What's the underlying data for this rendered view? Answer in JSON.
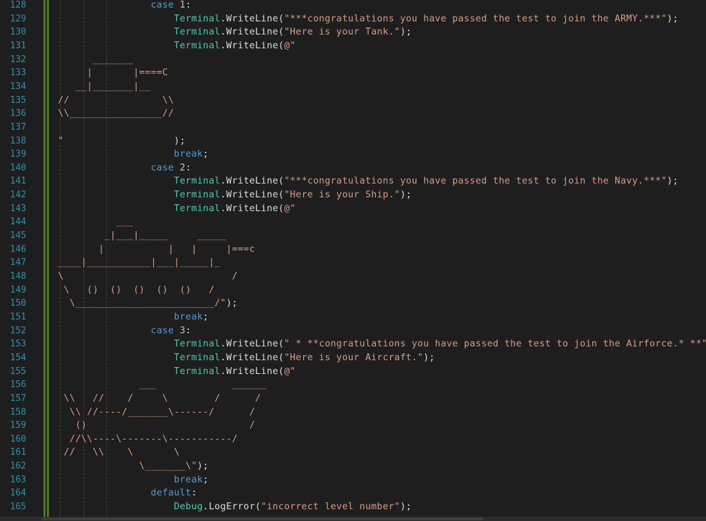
{
  "editor": {
    "language": "C#",
    "colors": {
      "background": "#1e1e1e",
      "line_number": "#2b91af",
      "keyword": "#569cd6",
      "type": "#4ec9b0",
      "string": "#d69d85",
      "number": "#b5cea8",
      "plain": "#dcdcdc",
      "change_bar": "#4b7a28"
    },
    "lines": [
      {
        "n": "128",
        "tokens": [
          {
            "t": "                case ",
            "c": "kw"
          },
          {
            "t": "1",
            "c": "num"
          },
          {
            "t": ":",
            "c": "plain"
          }
        ]
      },
      {
        "n": "129",
        "tokens": [
          {
            "t": "                    Terminal",
            "c": "type"
          },
          {
            "t": ".WriteLine(",
            "c": "plain"
          },
          {
            "t": "\"***congratulations you have passed the test to join the ARMY.***\"",
            "c": "str"
          },
          {
            "t": ");",
            "c": "plain"
          }
        ]
      },
      {
        "n": "130",
        "tokens": [
          {
            "t": "                    Terminal",
            "c": "type"
          },
          {
            "t": ".WriteLine(",
            "c": "plain"
          },
          {
            "t": "\"Here is your Tank.\"",
            "c": "str"
          },
          {
            "t": ");",
            "c": "plain"
          }
        ]
      },
      {
        "n": "131",
        "tokens": [
          {
            "t": "                    Terminal",
            "c": "type"
          },
          {
            "t": ".WriteLine(",
            "c": "plain"
          },
          {
            "t": "@\"",
            "c": "str"
          }
        ]
      },
      {
        "n": "132",
        "tokens": [
          {
            "t": "      _______",
            "c": "str"
          }
        ]
      },
      {
        "n": "133",
        "tokens": [
          {
            "t": "     |       |====C",
            "c": "str"
          }
        ]
      },
      {
        "n": "134",
        "tokens": [
          {
            "t": "   __|_______|__",
            "c": "str"
          }
        ]
      },
      {
        "n": "135",
        "tokens": [
          {
            "t": "//                \\\\",
            "c": "str"
          }
        ]
      },
      {
        "n": "136",
        "tokens": [
          {
            "t": "\\\\________________//",
            "c": "str"
          }
        ]
      },
      {
        "n": "137",
        "tokens": []
      },
      {
        "n": "138",
        "tokens": [
          {
            "t": "\"",
            "c": "str"
          },
          {
            "t": "                   );",
            "c": "plain"
          }
        ]
      },
      {
        "n": "139",
        "tokens": [
          {
            "t": "                    break",
            "c": "kw"
          },
          {
            "t": ";",
            "c": "plain"
          }
        ]
      },
      {
        "n": "140",
        "tokens": [
          {
            "t": "                case ",
            "c": "kw"
          },
          {
            "t": "2",
            "c": "num"
          },
          {
            "t": ":",
            "c": "plain"
          }
        ]
      },
      {
        "n": "141",
        "tokens": [
          {
            "t": "                    Terminal",
            "c": "type"
          },
          {
            "t": ".WriteLine(",
            "c": "plain"
          },
          {
            "t": "\"***congratulations you have passed the test to join the Navy.***\"",
            "c": "str"
          },
          {
            "t": ");",
            "c": "plain"
          }
        ]
      },
      {
        "n": "142",
        "tokens": [
          {
            "t": "                    Terminal",
            "c": "type"
          },
          {
            "t": ".WriteLine(",
            "c": "plain"
          },
          {
            "t": "\"Here is your Ship.\"",
            "c": "str"
          },
          {
            "t": ");",
            "c": "plain"
          }
        ]
      },
      {
        "n": "143",
        "tokens": [
          {
            "t": "                    Terminal",
            "c": "type"
          },
          {
            "t": ".WriteLine(",
            "c": "plain"
          },
          {
            "t": "@\"",
            "c": "str"
          }
        ]
      },
      {
        "n": "144",
        "tokens": [
          {
            "t": "          ___",
            "c": "str"
          }
        ]
      },
      {
        "n": "145",
        "tokens": [
          {
            "t": "        _|___|_____     _____",
            "c": "str"
          }
        ]
      },
      {
        "n": "146",
        "tokens": [
          {
            "t": "       |           |   |     |===c",
            "c": "str"
          }
        ]
      },
      {
        "n": "147",
        "tokens": [
          {
            "t": "____|___________|___|_____|_",
            "c": "str"
          }
        ]
      },
      {
        "n": "148",
        "tokens": [
          {
            "t": "\\                             /",
            "c": "str"
          }
        ]
      },
      {
        "n": "149",
        "tokens": [
          {
            "t": " \\   ()  ()  ()  ()  ()   /",
            "c": "str"
          }
        ]
      },
      {
        "n": "150",
        "tokens": [
          {
            "t": "  \\________________________/\"",
            "c": "str"
          },
          {
            "t": ");",
            "c": "plain"
          }
        ]
      },
      {
        "n": "151",
        "tokens": [
          {
            "t": "                    break",
            "c": "kw"
          },
          {
            "t": ";",
            "c": "plain"
          }
        ]
      },
      {
        "n": "152",
        "tokens": [
          {
            "t": "                case ",
            "c": "kw"
          },
          {
            "t": "3",
            "c": "num"
          },
          {
            "t": ":",
            "c": "plain"
          }
        ]
      },
      {
        "n": "153",
        "tokens": [
          {
            "t": "                    Terminal",
            "c": "type"
          },
          {
            "t": ".WriteLine(",
            "c": "plain"
          },
          {
            "t": "\" * **congratulations you have passed the test to join the Airforce.* **\"",
            "c": "str"
          },
          {
            "t": ");",
            "c": "plain"
          }
        ]
      },
      {
        "n": "154",
        "tokens": [
          {
            "t": "                    Terminal",
            "c": "type"
          },
          {
            "t": ".WriteLine(",
            "c": "plain"
          },
          {
            "t": "\"Here is your Aircraft.\"",
            "c": "str"
          },
          {
            "t": ");",
            "c": "plain"
          }
        ]
      },
      {
        "n": "155",
        "tokens": [
          {
            "t": "                    Terminal",
            "c": "type"
          },
          {
            "t": ".WriteLine(",
            "c": "plain"
          },
          {
            "t": "@\"",
            "c": "str"
          }
        ]
      },
      {
        "n": "156",
        "tokens": [
          {
            "t": "              ___             ______",
            "c": "str"
          }
        ]
      },
      {
        "n": "157",
        "tokens": [
          {
            "t": " \\\\   //    /     \\        /      /",
            "c": "str"
          }
        ]
      },
      {
        "n": "158",
        "tokens": [
          {
            "t": "  \\\\ //----/_______\\------/      /",
            "c": "str"
          }
        ]
      },
      {
        "n": "159",
        "tokens": [
          {
            "t": "   ()                            /",
            "c": "str"
          }
        ]
      },
      {
        "n": "160",
        "tokens": [
          {
            "t": "  //\\\\----\\-------\\-----------/",
            "c": "str"
          }
        ]
      },
      {
        "n": "161",
        "tokens": [
          {
            "t": " //   \\\\    \\       \\",
            "c": "str"
          }
        ]
      },
      {
        "n": "162",
        "tokens": [
          {
            "t": "              \\_______\\\"",
            "c": "str"
          },
          {
            "t": ");",
            "c": "plain"
          }
        ]
      },
      {
        "n": "163",
        "tokens": [
          {
            "t": "                    break",
            "c": "kw"
          },
          {
            "t": ";",
            "c": "plain"
          }
        ]
      },
      {
        "n": "164",
        "tokens": [
          {
            "t": "                default",
            "c": "kw"
          },
          {
            "t": ":",
            "c": "plain"
          }
        ]
      },
      {
        "n": "165",
        "tokens": [
          {
            "t": "                    Debug",
            "c": "type"
          },
          {
            "t": ".LogError(",
            "c": "plain"
          },
          {
            "t": "\"incorrect level number\"",
            "c": "str"
          },
          {
            "t": ");",
            "c": "plain"
          }
        ]
      }
    ]
  }
}
